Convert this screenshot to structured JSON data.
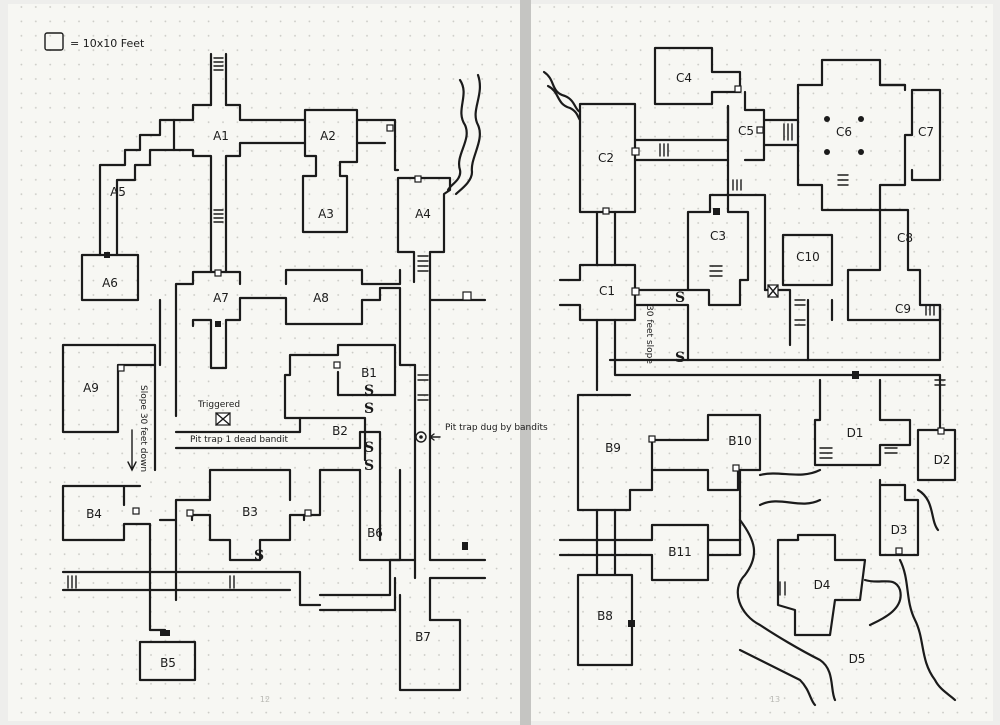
{
  "legend": {
    "label": "= 10x10 Feet"
  },
  "left_page": {
    "rooms": [
      "A1",
      "A2",
      "A3",
      "A4",
      "A5",
      "A6",
      "A7",
      "A8",
      "A9",
      "B1",
      "B2",
      "B3",
      "B4",
      "B5",
      "B6",
      "B7"
    ],
    "notes": {
      "slope": "Slope 30 feet down",
      "triggered": "Triggered",
      "pit_trap_bandit": "Pit trap 1 dead bandit",
      "pit_trap_dug": "Pit trap dug by bandits"
    },
    "page_number": "12"
  },
  "right_page": {
    "rooms": [
      "C1",
      "C2",
      "C3",
      "C4",
      "C5",
      "C6",
      "C7",
      "C8",
      "C9",
      "C10",
      "B8",
      "B9",
      "B10",
      "B11",
      "D1",
      "D2",
      "D3",
      "D4",
      "D5"
    ],
    "notes": {
      "slope": "30 feet slope"
    },
    "page_number": "13"
  },
  "colors": {
    "paper": "#f7f7f3",
    "ink": "#1b1b1b",
    "dot": "#c9c9c4",
    "gutter": "#c5c5c2"
  }
}
